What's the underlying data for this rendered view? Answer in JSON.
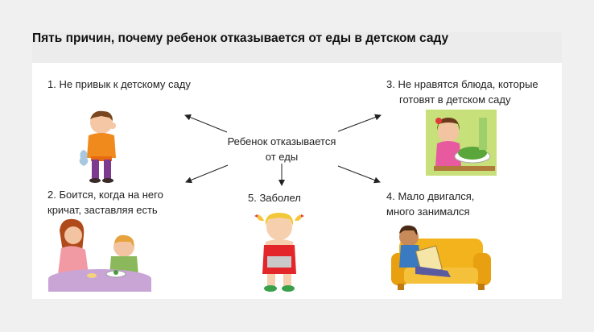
{
  "title": "Пять причин, почему ребенок отказывается от еды в детском саду",
  "center": [
    "Ребенок отказывается",
    "от еды"
  ],
  "reasons": [
    {
      "lines": [
        "1. Не привык к детскому саду"
      ]
    },
    {
      "lines": [
        "2. Боится, когда на него",
        "кричат, заставляя есть"
      ]
    },
    {
      "lines": [
        "3. Не нравятся блюда, которые",
        "готовят в детском саду"
      ]
    },
    {
      "lines": [
        "4. Мало двигался,",
        "много занимался"
      ]
    },
    {
      "lines": [
        "5. Заболел"
      ]
    }
  ]
}
